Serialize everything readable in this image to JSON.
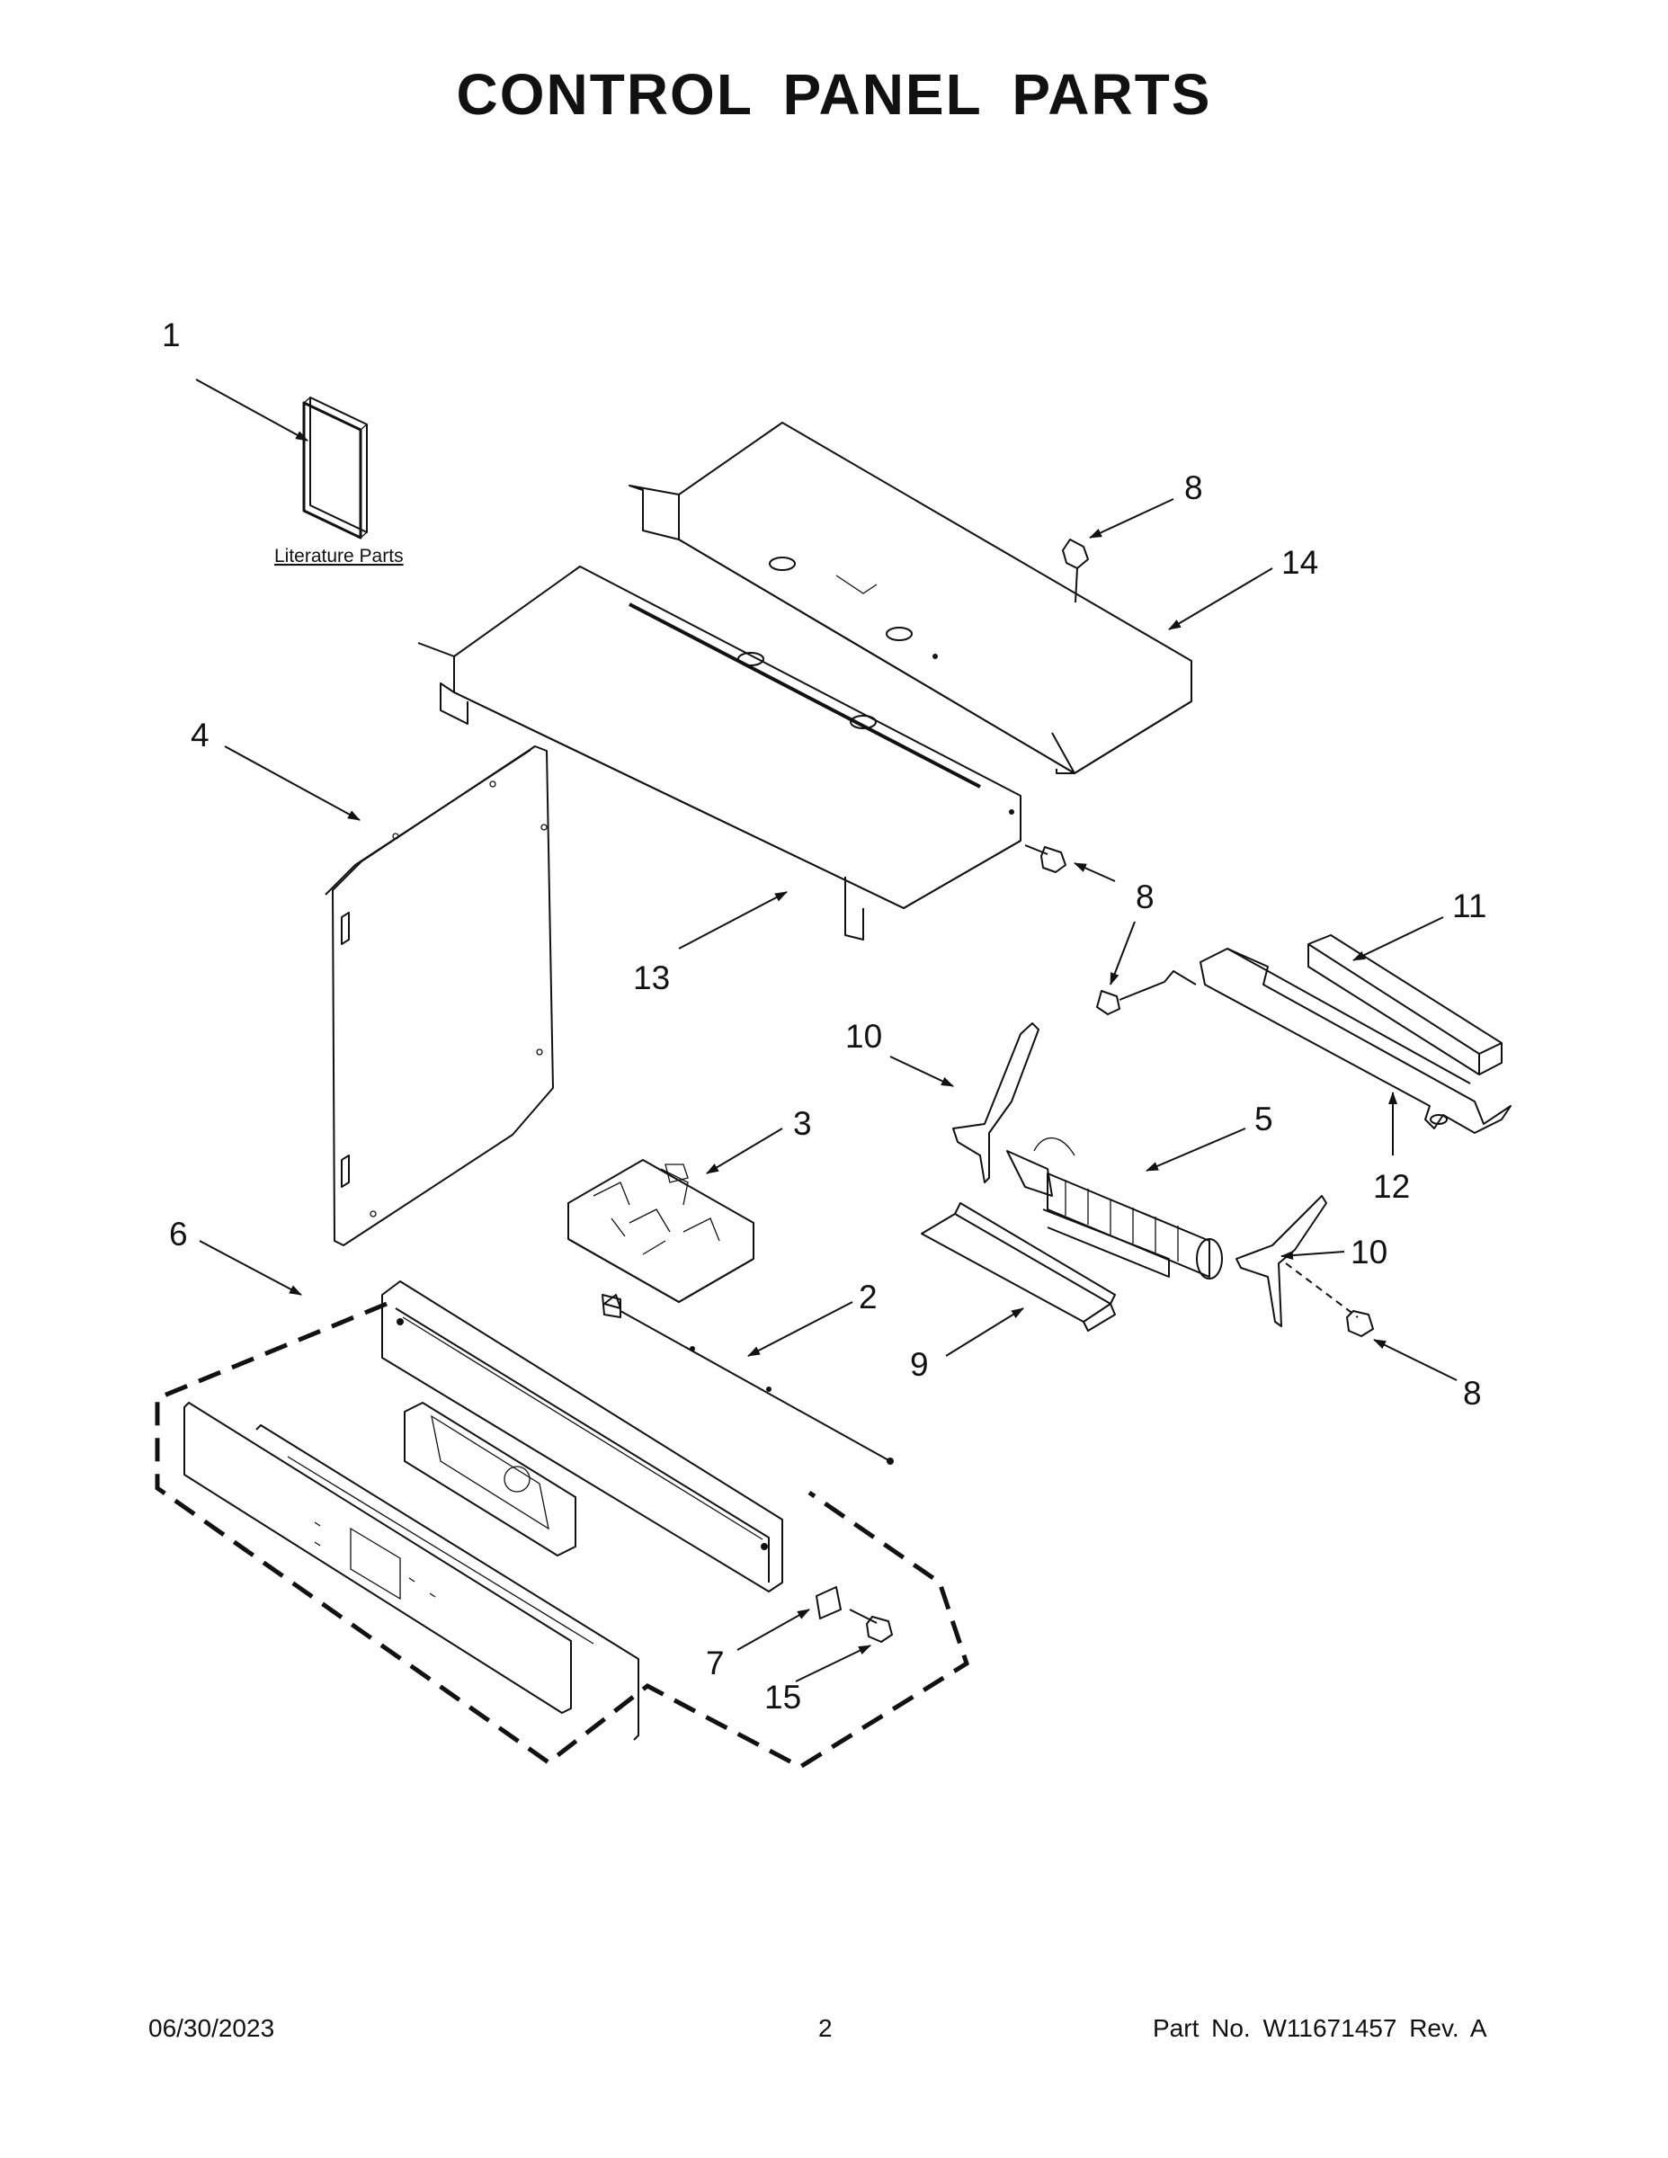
{
  "page": {
    "title": "CONTROL PANEL PARTS",
    "literature_label": "Literature Parts",
    "footer": {
      "date": "06/30/2023",
      "page_number": "2",
      "part_number": "Part No.  W11671457  Rev.  A"
    }
  },
  "callouts": [
    {
      "id": "c1",
      "label": "1"
    },
    {
      "id": "c8a",
      "label": "8"
    },
    {
      "id": "c14",
      "label": "14"
    },
    {
      "id": "c4",
      "label": "4"
    },
    {
      "id": "c13",
      "label": "13"
    },
    {
      "id": "c8b",
      "label": "8"
    },
    {
      "id": "c11",
      "label": "11"
    },
    {
      "id": "c10a",
      "label": "10"
    },
    {
      "id": "c3",
      "label": "3"
    },
    {
      "id": "c5",
      "label": "5"
    },
    {
      "id": "c12",
      "label": "12"
    },
    {
      "id": "c6",
      "label": "6"
    },
    {
      "id": "c10b",
      "label": "10"
    },
    {
      "id": "c2",
      "label": "2"
    },
    {
      "id": "c9",
      "label": "9"
    },
    {
      "id": "c8c",
      "label": "8"
    },
    {
      "id": "c7",
      "label": "7"
    },
    {
      "id": "c15",
      "label": "15"
    }
  ]
}
